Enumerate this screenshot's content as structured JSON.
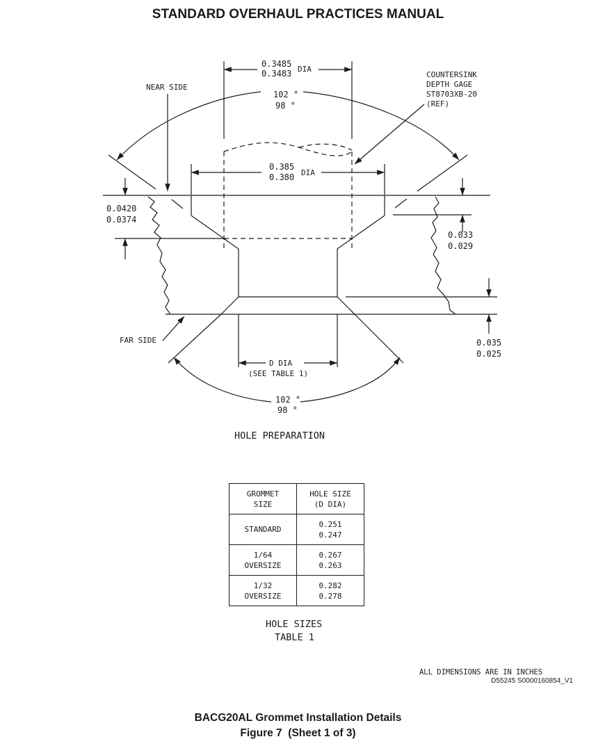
{
  "header": {
    "title": "STANDARD OVERHAUL PRACTICES MANUAL"
  },
  "diagram": {
    "near_side": "NEAR SIDE",
    "far_side": "FAR SIDE",
    "top_dia": {
      "upper": "0.3485",
      "lower": "0.3483",
      "unit": "DIA"
    },
    "top_angle": {
      "upper": "102 °",
      "lower": "98 °"
    },
    "gage_note": [
      "COUNTERSINK",
      "DEPTH GAGE",
      "ST8703XB-20",
      "(REF)"
    ],
    "mid_dia": {
      "upper": "0.385",
      "lower": "0.380",
      "unit": "DIA"
    },
    "left_depth": {
      "upper": "0.0420",
      "lower": "0.0374"
    },
    "right_depth": {
      "upper": "0.033",
      "lower": "0.029"
    },
    "far_depth": {
      "upper": "0.035",
      "lower": "0.025"
    },
    "d_dia": {
      "label": "D DIA",
      "ref": "(SEE TABLE 1)"
    },
    "bottom_angle": {
      "upper": "102 °",
      "lower": "98 °"
    },
    "section_title": "HOLE PREPARATION"
  },
  "table": {
    "headers": [
      [
        "GROMMET",
        "SIZE"
      ],
      [
        "HOLE SIZE",
        "(D DIA)"
      ]
    ],
    "rows": [
      {
        "size": [
          "STANDARD"
        ],
        "hole": [
          "0.251",
          "0.247"
        ]
      },
      {
        "size": [
          "1/64",
          "OVERSIZE"
        ],
        "hole": [
          "0.267",
          "0.263"
        ]
      },
      {
        "size": [
          "1/32",
          "OVERSIZE"
        ],
        "hole": [
          "0.282",
          "0.278"
        ]
      }
    ],
    "caption": [
      "HOLE SIZES",
      "TABLE 1"
    ]
  },
  "footer": {
    "units_note": "ALL DIMENSIONS ARE IN INCHES",
    "image_code": "D55245 S0000160854_V1",
    "caption_line1": "BACG20AL Grommet Installation Details",
    "caption_line2": "Figure 7  (Sheet 1 of 3)"
  }
}
